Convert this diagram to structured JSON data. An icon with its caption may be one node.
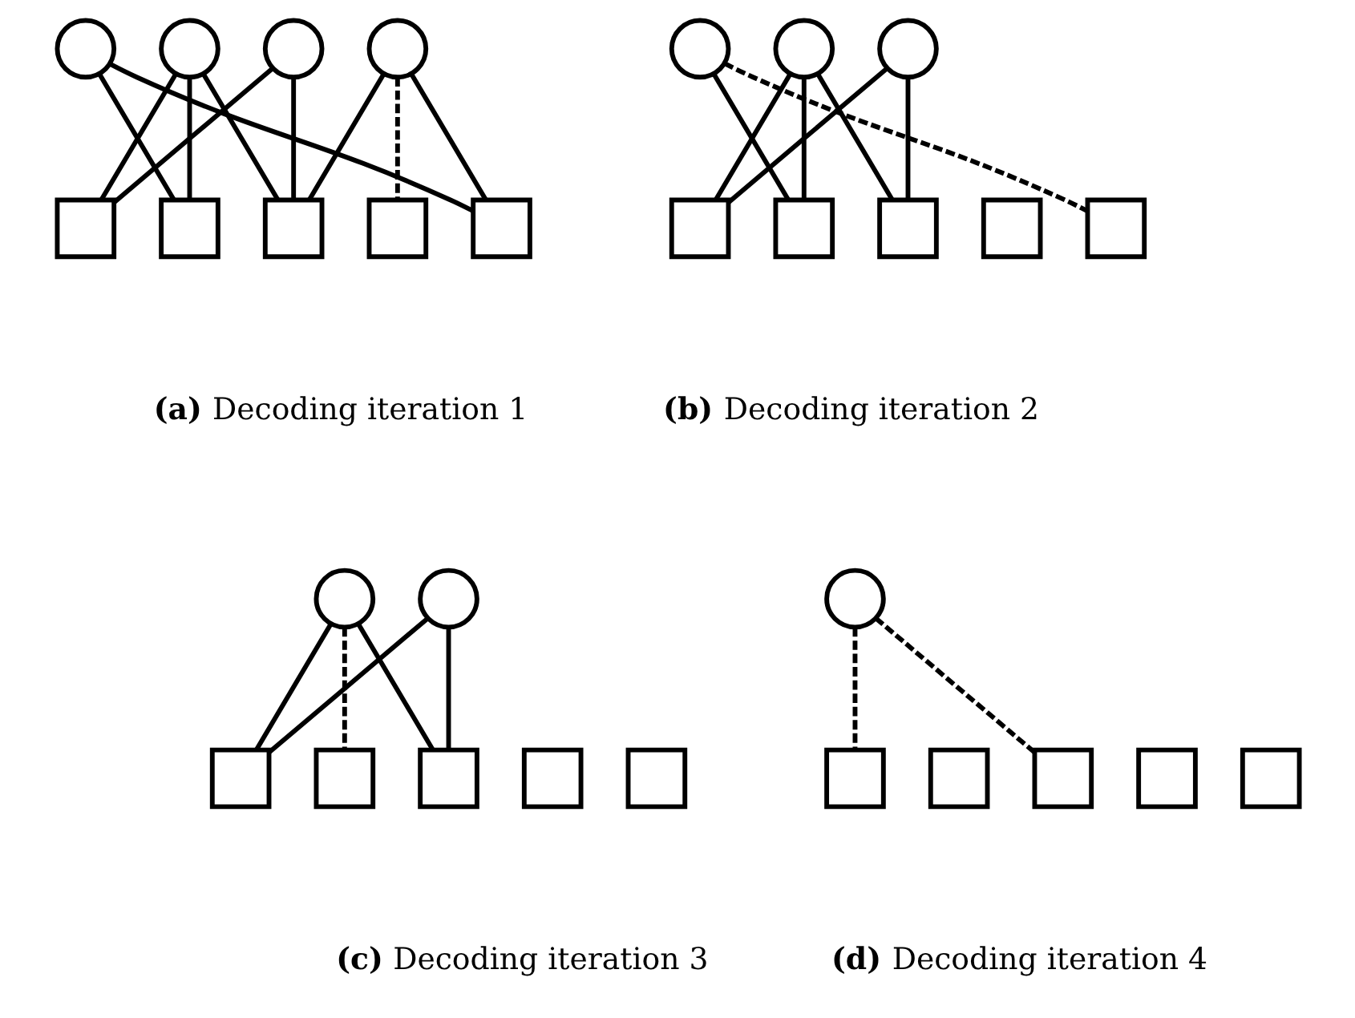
{
  "diagram": {
    "nodes": [
      {
        "text": [],
        "shape": "circle"
      },
      {
        "text": [],
        "shape": "circle"
      },
      {
        "text": [],
        "shape": "circle"
      },
      {
        "text": [],
        "shape": "circle"
      },
      {
        "text": [],
        "shape": "box"
      },
      {
        "text": [],
        "shape": "box"
      },
      {
        "text": [],
        "shape": "box"
      },
      {
        "text": [],
        "shape": "box"
      },
      {
        "text": [],
        "shape": "box"
      },
      {
        "text": [],
        "shape": "circle"
      },
      {
        "text": [],
        "shape": "circle"
      },
      {
        "text": [],
        "shape": "circle"
      },
      {
        "text": [],
        "shape": "box"
      },
      {
        "text": [],
        "shape": "box"
      },
      {
        "text": [],
        "shape": "box"
      },
      {
        "text": [],
        "shape": "box"
      },
      {
        "text": [],
        "shape": "box"
      },
      {
        "text": [],
        "shape": "circle"
      },
      {
        "text": [],
        "shape": "circle"
      },
      {
        "text": [],
        "shape": "box"
      },
      {
        "text": [],
        "shape": "box"
      },
      {
        "text": [],
        "shape": "box"
      },
      {
        "text": [],
        "shape": "box"
      },
      {
        "text": [],
        "shape": "box"
      },
      {
        "text": [],
        "shape": "circle"
      },
      {
        "text": [],
        "shape": "box"
      },
      {
        "text": [],
        "shape": "box"
      },
      {
        "text": [],
        "shape": "box"
      },
      {
        "text": [],
        "shape": "box"
      },
      {
        "text": [],
        "shape": "box"
      }
    ],
    "edges": [
      {
        "from": 0,
        "to": 5,
        "arrow": "none"
      },
      {
        "from": 0,
        "to": 8,
        "arrow": "none"
      },
      {
        "from": 1,
        "to": 4,
        "arrow": "none"
      },
      {
        "from": 1,
        "to": 5,
        "arrow": "none"
      },
      {
        "from": 1,
        "to": 6,
        "arrow": "none"
      },
      {
        "from": 2,
        "to": 4,
        "arrow": "none"
      },
      {
        "from": 2,
        "to": 6,
        "arrow": "none"
      },
      {
        "from": 3,
        "to": 6,
        "arrow": "none"
      },
      {
        "from": 3,
        "to": 7,
        "arrow": "none",
        "style": "dashed"
      },
      {
        "from": 3,
        "to": 8,
        "arrow": "none"
      },
      {
        "from": 9,
        "to": 13,
        "arrow": "none"
      },
      {
        "from": 9,
        "to": 16,
        "arrow": "none",
        "style": "dashed"
      },
      {
        "from": 10,
        "to": 12,
        "arrow": "none"
      },
      {
        "from": 10,
        "to": 13,
        "arrow": "none"
      },
      {
        "from": 10,
        "to": 14,
        "arrow": "none"
      },
      {
        "from": 11,
        "to": 12,
        "arrow": "none"
      },
      {
        "from": 11,
        "to": 14,
        "arrow": "none"
      },
      {
        "from": 17,
        "to": 19,
        "arrow": "none"
      },
      {
        "from": 17,
        "to": 20,
        "arrow": "none",
        "style": "dashed"
      },
      {
        "from": 17,
        "to": 21,
        "arrow": "none"
      },
      {
        "from": 18,
        "to": 19,
        "arrow": "none"
      },
      {
        "from": 18,
        "to": 21,
        "arrow": "none"
      },
      {
        "from": 24,
        "to": 25,
        "arrow": "none",
        "style": "dashed"
      },
      {
        "from": 24,
        "to": 27,
        "arrow": "none",
        "style": "dashed"
      }
    ],
    "labels": [
      "**(a)** Decoding iteration 1",
      "**(b)** Decoding iteration 2",
      "**(c)** Decoding iteration 3",
      "**(d)** Decoding iteration 4"
    ]
  }
}
